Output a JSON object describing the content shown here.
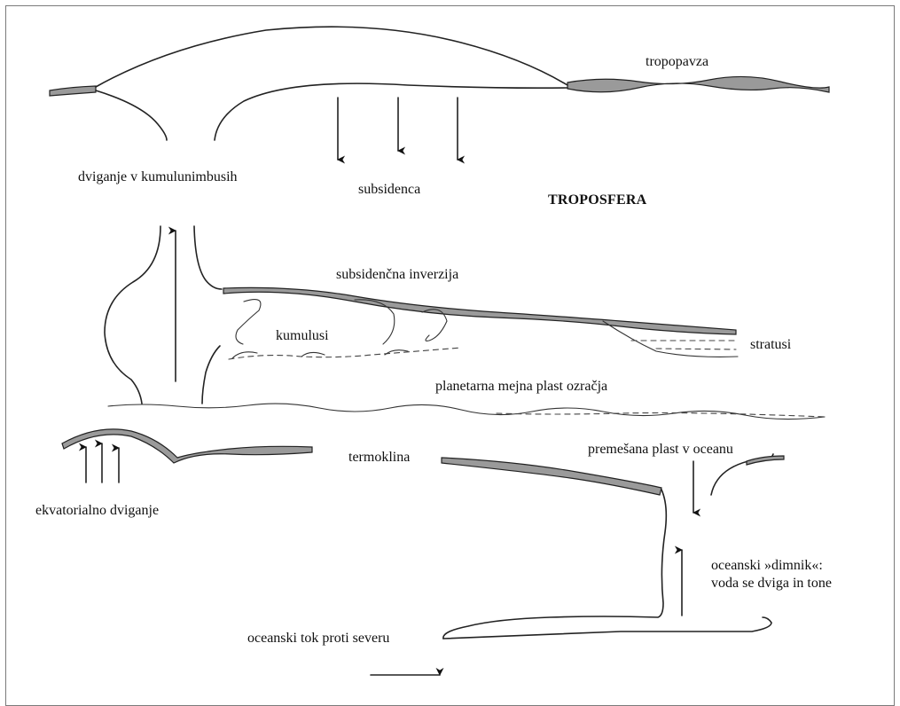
{
  "labels": {
    "tropopause": "tropopavza",
    "cumulonimbus_uplift": "dviganje v kumulunimbusih",
    "subsidence": "subsidenca",
    "troposphere": "TROPOSFERA",
    "subsidence_inversion": "subsidenčna inverzija",
    "cumulus": "kumulusi",
    "stratus": "stratusi",
    "boundary_layer": "planetarna mejna plast ozračja",
    "thermocline": "termoklina",
    "mixed_layer": "premešana plast v oceanu",
    "equatorial_upwelling": "ekvatorialno dviganje",
    "chimney_line1": "oceanski »dimnik«:",
    "chimney_line2": "voda se dviga in tone",
    "northward_current": "oceanski tok proti severu"
  }
}
